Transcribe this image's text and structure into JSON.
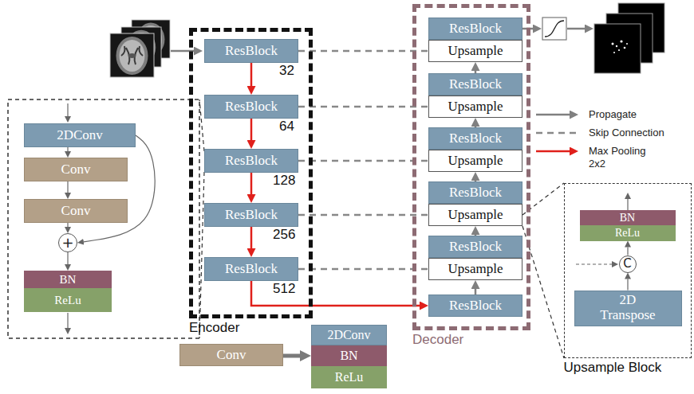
{
  "diagram": {
    "nodes": [
      {
        "text": [
          "Encoder"
        ]
      },
      {
        "text": [
          "ResBlock"
        ],
        "in": 0
      },
      {
        "text": [
          "ResBlock"
        ],
        "in": 0
      },
      {
        "text": [
          "ResBlock"
        ],
        "in": 0
      },
      {
        "text": [
          "ResBlock"
        ],
        "in": 0
      },
      {
        "text": [
          "ResBlock"
        ],
        "in": 0
      },
      {
        "text": [
          "Decoder"
        ]
      },
      {
        "text": [
          "ResBlock"
        ],
        "in": 6
      },
      {
        "text": [
          "Upsample"
        ],
        "in": 6
      },
      {
        "text": [
          "ResBlock"
        ],
        "in": 6
      },
      {
        "text": [
          "Upsample"
        ],
        "in": 6
      },
      {
        "text": [
          "ResBlock"
        ],
        "in": 6
      },
      {
        "text": [
          "Upsample"
        ],
        "in": 6
      },
      {
        "text": [
          "ResBlock"
        ],
        "in": 6
      },
      {
        "text": [
          "Upsample"
        ],
        "in": 6
      },
      {
        "text": [
          "ResBlock"
        ],
        "in": 6
      },
      {
        "text": [
          "Upsample"
        ],
        "in": 6
      },
      {
        "text": [
          "ResBlock"
        ],
        "in": 6
      },
      {
        "text": [
          "2DConv"
        ]
      },
      {
        "text": [
          "Conv"
        ]
      },
      {
        "text": [
          "Conv"
        ]
      },
      {
        "text": [
          "+"
        ]
      },
      {
        "text": [
          "BN"
        ]
      },
      {
        "text": [
          "ReLu"
        ]
      },
      {
        "text": [
          "Conv"
        ]
      },
      {
        "text": [
          "2DConv"
        ]
      },
      {
        "text": [
          "BN"
        ]
      },
      {
        "text": [
          "ReLu"
        ]
      },
      {
        "text": [
          "Upsample Block"
        ]
      },
      {
        "text": [
          "BN"
        ],
        "in": 28
      },
      {
        "text": [
          "ReLu"
        ],
        "in": 28
      },
      {
        "text": [
          "C"
        ],
        "in": 28
      },
      {
        "text": [
          "2D Transpose"
        ],
        "in": 28
      }
    ],
    "edges": [
      {
        "from": 1,
        "to": 2,
        "arrow": "to"
      },
      {
        "from": 2,
        "to": 3,
        "arrow": "to"
      },
      {
        "from": 3,
        "to": 4,
        "arrow": "to"
      },
      {
        "from": 4,
        "to": 5,
        "arrow": "to"
      },
      {
        "from": 5,
        "to": 17,
        "arrow": "to"
      },
      {
        "from": 1,
        "to": 8,
        "arrow": "none"
      },
      {
        "from": 2,
        "to": 10,
        "arrow": "none"
      },
      {
        "from": 3,
        "to": 12,
        "arrow": "none"
      },
      {
        "from": 4,
        "to": 14,
        "arrow": "none"
      },
      {
        "from": 5,
        "to": 16,
        "arrow": "none"
      },
      {
        "from": 17,
        "to": 16,
        "arrow": "to"
      },
      {
        "from": 15,
        "to": 14,
        "arrow": "to"
      },
      {
        "from": 13,
        "to": 12,
        "arrow": "to"
      },
      {
        "from": 11,
        "to": 10,
        "arrow": "to"
      },
      {
        "from": 9,
        "to": 8,
        "arrow": "to"
      },
      {
        "from": 18,
        "to": 19,
        "arrow": "to"
      },
      {
        "from": 19,
        "to": 20,
        "arrow": "to"
      },
      {
        "from": 20,
        "to": 21,
        "arrow": "to"
      },
      {
        "from": 18,
        "to": 21,
        "arrow": "to"
      },
      {
        "from": 21,
        "to": 22,
        "arrow": "to"
      },
      {
        "from": 24,
        "to": 26,
        "arrow": "to"
      },
      {
        "from": 32,
        "to": 31,
        "arrow": "to"
      },
      {
        "from": 31,
        "to": 30,
        "arrow": "to"
      }
    ],
    "labels": [
      "32",
      "64",
      "128",
      "256",
      "512"
    ],
    "legend": [
      {
        "text": "Propagate"
      },
      {
        "text": "Skip Connection"
      },
      {
        "text": "Max Pooling 2x2"
      }
    ]
  }
}
